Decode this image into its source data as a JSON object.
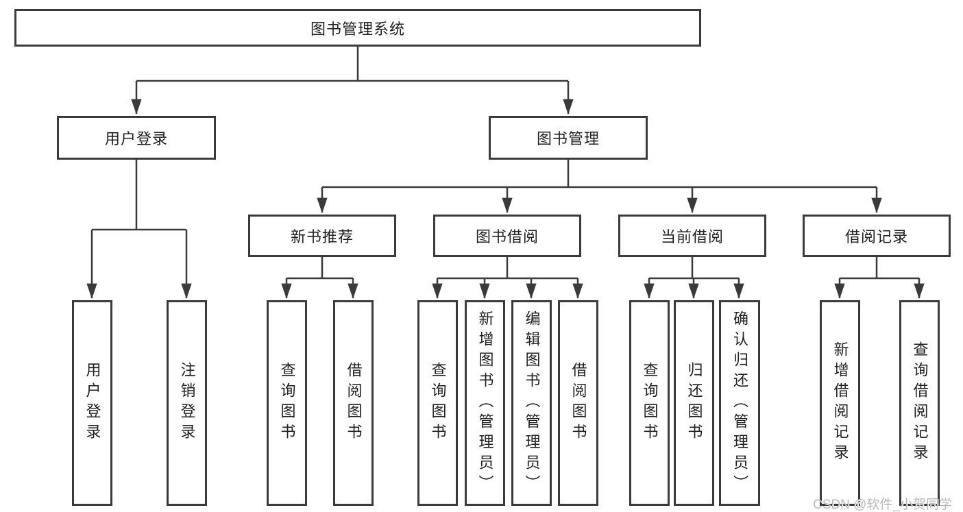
{
  "diagram": {
    "title": "图书管理系统",
    "root": {
      "label": "图书管理系统"
    },
    "level2": [
      {
        "id": "user-login",
        "label": "用户登录"
      },
      {
        "id": "book-management",
        "label": "图书管理"
      }
    ],
    "level3": [
      {
        "id": "new-book-recommend",
        "label": "新书推荐"
      },
      {
        "id": "book-borrowing",
        "label": "图书借阅"
      },
      {
        "id": "current-borrowing",
        "label": "当前借阅"
      },
      {
        "id": "borrowing-records",
        "label": "借阅记录"
      }
    ],
    "leaves": [
      {
        "id": "user-login-leaf",
        "label": "用户登录"
      },
      {
        "id": "logout",
        "label": "注销登录"
      },
      {
        "id": "query-books-recommend",
        "label": "查询图书"
      },
      {
        "id": "borrow-books-recommend",
        "label": "借阅图书"
      },
      {
        "id": "query-books-borrowing",
        "label": "查询图书"
      },
      {
        "id": "add-books-admin",
        "label": "新增图书（管理员）"
      },
      {
        "id": "edit-books-admin",
        "label": "编辑图书（管理员）"
      },
      {
        "id": "borrow-books-borrowing",
        "label": "借阅图书"
      },
      {
        "id": "query-books-current",
        "label": "查询图书"
      },
      {
        "id": "return-books",
        "label": "归还图书"
      },
      {
        "id": "confirm-return-admin",
        "label": "确认归还（管理员）"
      },
      {
        "id": "add-borrow-record",
        "label": "新增借阅记录"
      },
      {
        "id": "query-borrow-record",
        "label": "查询借阅记录"
      }
    ],
    "watermark": "CSDN @软件_小贺同学",
    "colors": {
      "line": "#3a3a3a",
      "border": "#3a3a3a",
      "text": "#1f1f1f",
      "watermark": "#b9b9b9",
      "background": "#ffffff"
    }
  }
}
